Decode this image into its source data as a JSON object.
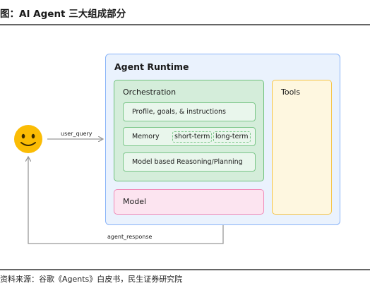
{
  "header": {
    "title": "图：AI Agent 三大组成部分"
  },
  "diagram": {
    "runtime": {
      "label": "Agent Runtime"
    },
    "orchestration": {
      "label": "Orchestration",
      "items": {
        "profile": "Profile, goals, & instructions",
        "memory": "Memory",
        "short_term": "short-term",
        "long_term": "long-term",
        "reasoning": "Model based Reasoning/Planning"
      }
    },
    "model": {
      "label": "Model"
    },
    "tools": {
      "label": "Tools"
    },
    "edges": {
      "user_query": "user_query",
      "agent_response": "agent_response"
    },
    "colors": {
      "runtime_fill": "#eaf2fd",
      "runtime_border": "#8ab4f8",
      "orchestration_fill": "#d4edda",
      "orchestration_border": "#6fc27d",
      "model_fill": "#fce4f0",
      "model_border": "#f08ab8",
      "tools_fill": "#fef7e0",
      "tools_border": "#f6c548",
      "emoji_face": "#fbbc04"
    },
    "icons": {
      "user": "smiley-face-icon"
    }
  },
  "footer": {
    "source": "资料来源：谷歌《Agents》白皮书，民生证券研究院"
  }
}
